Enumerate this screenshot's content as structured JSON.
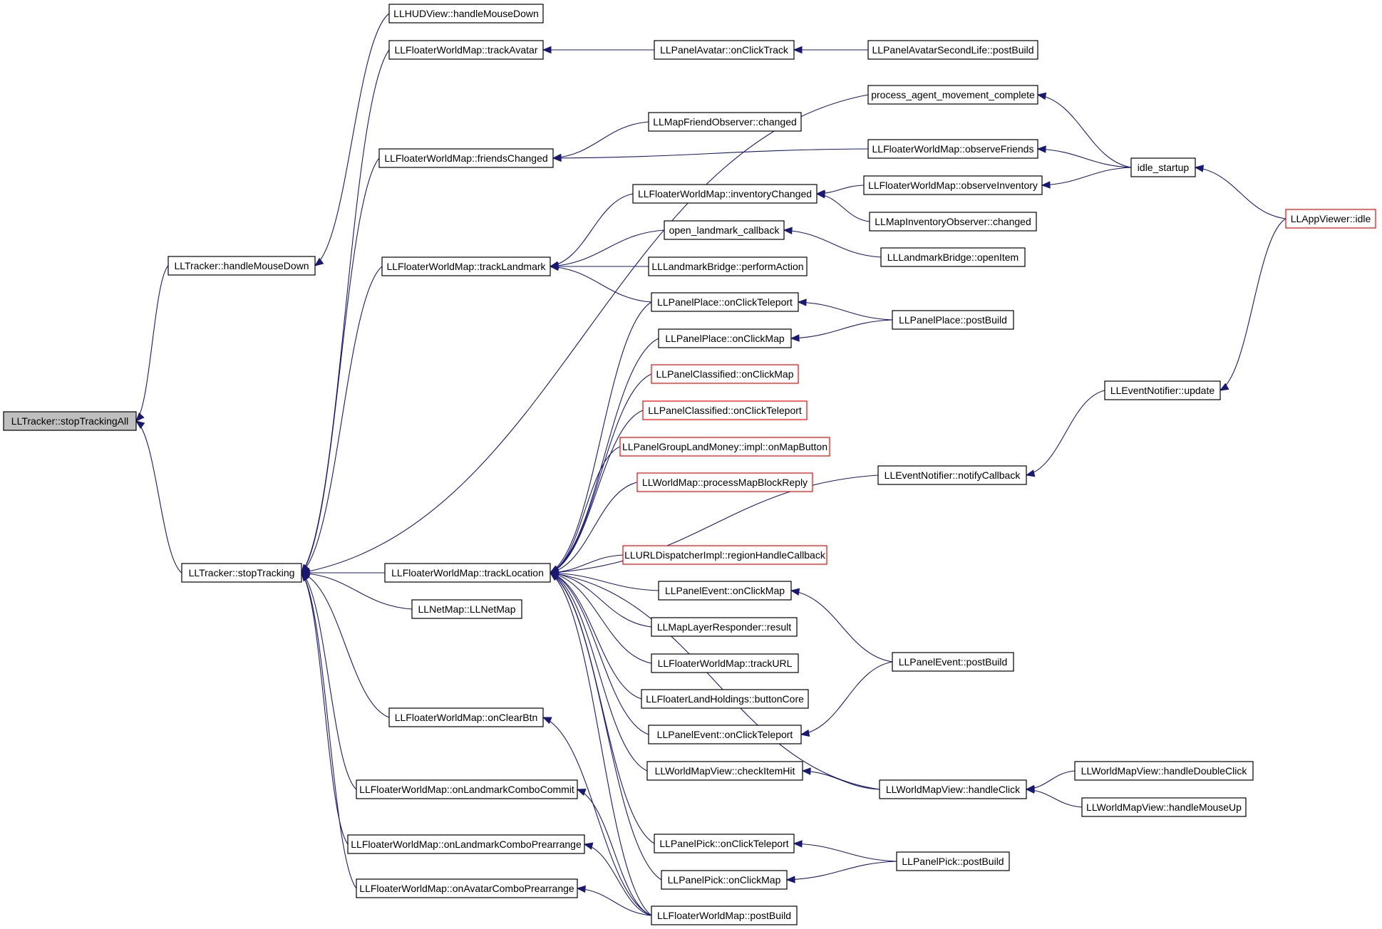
{
  "colors": {
    "edge": "#191970",
    "truncated_border": "#ff0000",
    "root_fill": "#bfbfbf"
  },
  "nodes": [
    {
      "id": "stopTrackingAll",
      "label": "LLTracker::stopTrackingAll",
      "root": true
    },
    {
      "id": "handleMouseDownT",
      "label": "LLTracker::handleMouseDown"
    },
    {
      "id": "stopTracking",
      "label": "LLTracker::stopTracking"
    },
    {
      "id": "hudHandleMouseDown",
      "label": "LLHUDView::handleMouseDown"
    },
    {
      "id": "fwmTrackAvatar",
      "label": "LLFloaterWorldMap::trackAvatar"
    },
    {
      "id": "fwmFriendsChanged",
      "label": "LLFloaterWorldMap::friendsChanged"
    },
    {
      "id": "fwmTrackLandmark",
      "label": "LLFloaterWorldMap::trackLandmark"
    },
    {
      "id": "fwmTrackLocation",
      "label": "LLFloaterWorldMap::trackLocation"
    },
    {
      "id": "netMap",
      "label": "LLNetMap::LLNetMap"
    },
    {
      "id": "fwmOnClearBtn",
      "label": "LLFloaterWorldMap::onClearBtn"
    },
    {
      "id": "fwmLandmarkCommit",
      "label": "LLFloaterWorldMap::onLandmarkComboCommit"
    },
    {
      "id": "fwmLandmarkPrearrange",
      "label": "LLFloaterWorldMap::onLandmarkComboPrearrange"
    },
    {
      "id": "fwmAvatarPrearrange",
      "label": "LLFloaterWorldMap::onAvatarComboPrearrange"
    },
    {
      "id": "panelAvatarOnClickTrack",
      "label": "LLPanelAvatar::onClickTrack"
    },
    {
      "id": "mapFriendObsChanged",
      "label": "LLMapFriendObserver::changed"
    },
    {
      "id": "fwmInventoryChanged",
      "label": "LLFloaterWorldMap::inventoryChanged"
    },
    {
      "id": "openLandmarkCallback",
      "label": "open_landmark_callback"
    },
    {
      "id": "landmarkBridgePerform",
      "label": "LLLandmarkBridge::performAction"
    },
    {
      "id": "panelPlaceTeleport",
      "label": "LLPanelPlace::onClickTeleport"
    },
    {
      "id": "panelPlaceMap",
      "label": "LLPanelPlace::onClickMap"
    },
    {
      "id": "panelClassifiedMap",
      "label": "LLPanelClassified::onClickMap",
      "truncated": true
    },
    {
      "id": "panelClassifiedTeleport",
      "label": "LLPanelClassified::onClickTeleport",
      "truncated": true
    },
    {
      "id": "panelGroupLandMoney",
      "label": "LLPanelGroupLandMoney::impl::onMapButton",
      "truncated": true
    },
    {
      "id": "worldMapProcess",
      "label": "LLWorldMap::processMapBlockReply",
      "truncated": true
    },
    {
      "id": "urlDispatcher",
      "label": "LLURLDispatcherImpl::regionHandleCallback",
      "truncated": true
    },
    {
      "id": "panelEventMap",
      "label": "LLPanelEvent::onClickMap"
    },
    {
      "id": "mapLayerResult",
      "label": "LLMapLayerResponder::result"
    },
    {
      "id": "fwmTrackURL",
      "label": "LLFloaterWorldMap::trackURL"
    },
    {
      "id": "landHoldingsButton",
      "label": "LLFloaterLandHoldings::buttonCore"
    },
    {
      "id": "panelEventTeleport",
      "label": "LLPanelEvent::onClickTeleport"
    },
    {
      "id": "wmvCheckItemHit",
      "label": "LLWorldMapView::checkItemHit"
    },
    {
      "id": "panelPickTeleport",
      "label": "LLPanelPick::onClickTeleport"
    },
    {
      "id": "panelPickMap",
      "label": "LLPanelPick::onClickMap"
    },
    {
      "id": "fwmPostBuild",
      "label": "LLFloaterWorldMap::postBuild"
    },
    {
      "id": "panelAvatarSLPostBuild",
      "label": "LLPanelAvatarSecondLife::postBuild"
    },
    {
      "id": "processAgentMovement",
      "label": "process_agent_movement_complete"
    },
    {
      "id": "fwmObserveFriends",
      "label": "LLFloaterWorldMap::observeFriends"
    },
    {
      "id": "fwmObserveInventory",
      "label": "LLFloaterWorldMap::observeInventory"
    },
    {
      "id": "mapInvObsChanged",
      "label": "LLMapInventoryObserver::changed"
    },
    {
      "id": "landmarkBridgeOpen",
      "label": "LLLandmarkBridge::openItem"
    },
    {
      "id": "panelPlacePostBuild",
      "label": "LLPanelPlace::postBuild"
    },
    {
      "id": "eventNotifierCallback",
      "label": "LLEventNotifier::notifyCallback"
    },
    {
      "id": "panelEventPostBuild",
      "label": "LLPanelEvent::postBuild"
    },
    {
      "id": "wmvHandleClick",
      "label": "LLWorldMapView::handleClick"
    },
    {
      "id": "panelPickPostBuild",
      "label": "LLPanelPick::postBuild"
    },
    {
      "id": "idleStartup",
      "label": "idle_startup"
    },
    {
      "id": "eventNotifierUpdate",
      "label": "LLEventNotifier::update"
    },
    {
      "id": "wmvDoubleClick",
      "label": "LLWorldMapView::handleDoubleClick"
    },
    {
      "id": "wmvMouseUp",
      "label": "LLWorldMapView::handleMouseUp"
    },
    {
      "id": "appViewerIdle",
      "label": "LLAppViewer::idle",
      "truncated": true
    }
  ],
  "edges": [
    [
      "handleMouseDownT",
      "stopTrackingAll"
    ],
    [
      "stopTracking",
      "stopTrackingAll"
    ],
    [
      "hudHandleMouseDown",
      "handleMouseDownT"
    ],
    [
      "fwmTrackAvatar",
      "stopTracking"
    ],
    [
      "processAgentMovement",
      "stopTracking"
    ],
    [
      "fwmFriendsChanged",
      "stopTracking"
    ],
    [
      "fwmTrackLandmark",
      "stopTracking"
    ],
    [
      "fwmTrackLocation",
      "stopTracking"
    ],
    [
      "netMap",
      "stopTracking"
    ],
    [
      "fwmOnClearBtn",
      "stopTracking"
    ],
    [
      "fwmLandmarkCommit",
      "stopTracking"
    ],
    [
      "fwmLandmarkPrearrange",
      "stopTracking"
    ],
    [
      "fwmAvatarPrearrange",
      "stopTracking"
    ],
    [
      "panelAvatarOnClickTrack",
      "fwmTrackAvatar"
    ],
    [
      "panelAvatarSLPostBuild",
      "panelAvatarOnClickTrack"
    ],
    [
      "mapFriendObsChanged",
      "fwmFriendsChanged"
    ],
    [
      "fwmObserveFriends",
      "fwmFriendsChanged"
    ],
    [
      "idleStartup",
      "processAgentMovement"
    ],
    [
      "idleStartup",
      "fwmObserveFriends"
    ],
    [
      "idleStartup",
      "fwmObserveInventory"
    ],
    [
      "appViewerIdle",
      "idleStartup"
    ],
    [
      "fwmInventoryChanged",
      "fwmTrackLandmark"
    ],
    [
      "openLandmarkCallback",
      "fwmTrackLandmark"
    ],
    [
      "landmarkBridgePerform",
      "fwmTrackLandmark"
    ],
    [
      "panelPlaceTeleport",
      "fwmTrackLandmark"
    ],
    [
      "fwmObserveInventory",
      "fwmInventoryChanged"
    ],
    [
      "mapInvObsChanged",
      "fwmInventoryChanged"
    ],
    [
      "landmarkBridgeOpen",
      "openLandmarkCallback"
    ],
    [
      "panelPlacePostBuild",
      "panelPlaceTeleport"
    ],
    [
      "panelPlacePostBuild",
      "panelPlaceMap"
    ],
    [
      "panelPlaceTeleport",
      "fwmTrackLocation"
    ],
    [
      "panelPlaceMap",
      "fwmTrackLocation"
    ],
    [
      "panelClassifiedMap",
      "fwmTrackLocation"
    ],
    [
      "panelClassifiedTeleport",
      "fwmTrackLocation"
    ],
    [
      "panelGroupLandMoney",
      "fwmTrackLocation"
    ],
    [
      "worldMapProcess",
      "fwmTrackLocation"
    ],
    [
      "eventNotifierCallback",
      "fwmTrackLocation"
    ],
    [
      "urlDispatcher",
      "fwmTrackLocation"
    ],
    [
      "panelEventMap",
      "fwmTrackLocation"
    ],
    [
      "mapLayerResult",
      "fwmTrackLocation"
    ],
    [
      "fwmTrackURL",
      "fwmTrackLocation"
    ],
    [
      "landHoldingsButton",
      "fwmTrackLocation"
    ],
    [
      "panelEventTeleport",
      "fwmTrackLocation"
    ],
    [
      "wmvCheckItemHit",
      "fwmTrackLocation"
    ],
    [
      "wmvHandleClick",
      "fwmTrackLocation"
    ],
    [
      "panelPickTeleport",
      "fwmTrackLocation"
    ],
    [
      "panelPickMap",
      "fwmTrackLocation"
    ],
    [
      "fwmPostBuild",
      "fwmTrackLocation"
    ],
    [
      "eventNotifierUpdate",
      "eventNotifierCallback"
    ],
    [
      "appViewerIdle",
      "eventNotifierUpdate"
    ],
    [
      "panelEventPostBuild",
      "panelEventMap"
    ],
    [
      "panelEventPostBuild",
      "panelEventTeleport"
    ],
    [
      "wmvHandleClick",
      "wmvCheckItemHit"
    ],
    [
      "wmvDoubleClick",
      "wmvHandleClick"
    ],
    [
      "wmvMouseUp",
      "wmvHandleClick"
    ],
    [
      "panelPickPostBuild",
      "panelPickTeleport"
    ],
    [
      "panelPickPostBuild",
      "panelPickMap"
    ],
    [
      "fwmPostBuild",
      "fwmOnClearBtn"
    ],
    [
      "fwmPostBuild",
      "fwmLandmarkCommit"
    ],
    [
      "fwmPostBuild",
      "fwmLandmarkPrearrange"
    ],
    [
      "fwmPostBuild",
      "fwmAvatarPrearrange"
    ]
  ]
}
